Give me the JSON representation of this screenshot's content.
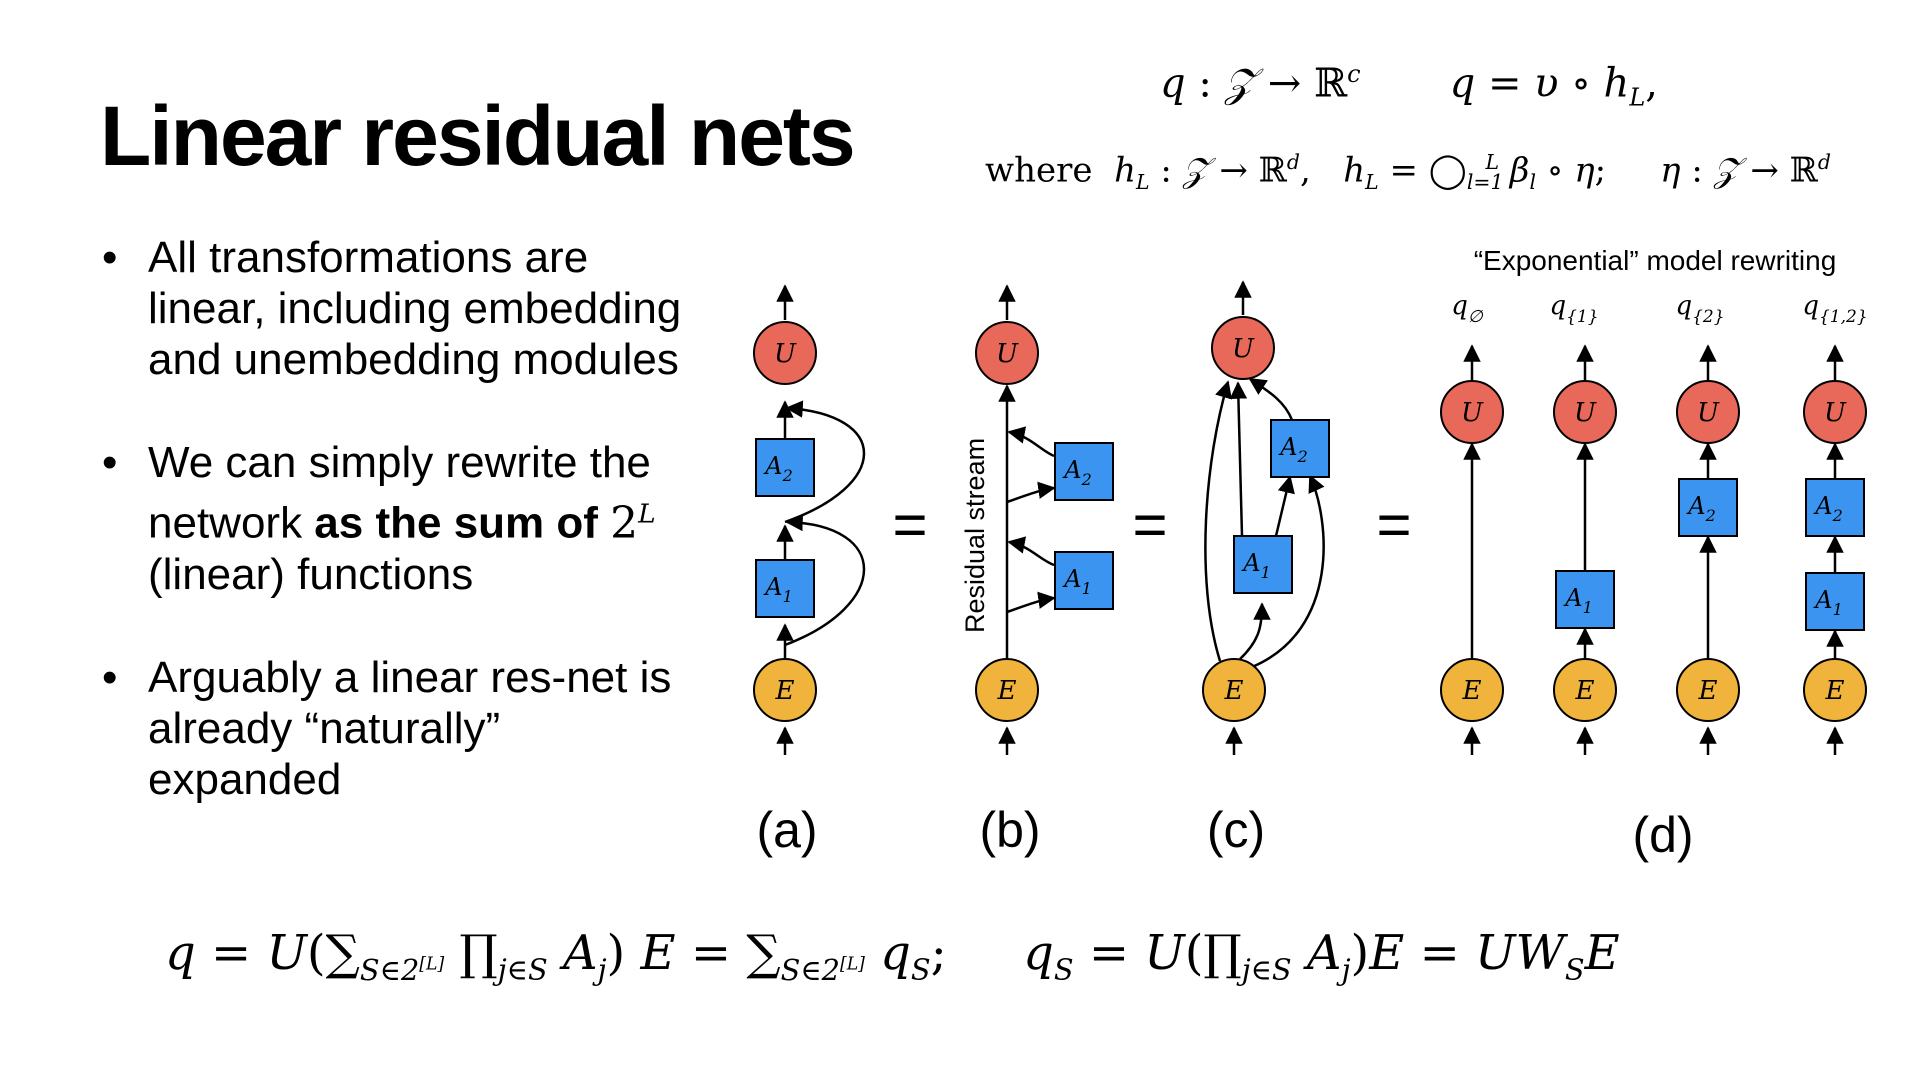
{
  "slide": {
    "title": "Linear residual nets",
    "formula_top_1": "q : 𝒵 → ℝ^c      q = υ ∘ h_L,",
    "formula_top_2_where": "where",
    "formula_top_2": "h_L : 𝒵 → ℝ^d,  h_L = ◯_{l=1}^{L} β_l ∘ η;   η : 𝒵 → ℝ^d",
    "bullets": [
      {
        "text": "All transformations are linear, including embedding and unembedding modules"
      },
      {
        "pre": "We can simply rewrite the network ",
        "bold": "as the sum of",
        "math": "2^L",
        "post": " (linear) functions"
      },
      {
        "text": "Arguably a linear res-net is already “naturally” expanded"
      }
    ],
    "formula_bottom": "q = U(∑_{S∈2^[L]} ∏_{j∈S} A_j) E = ∑_{S∈2^[L]} q_S;    q_S = U(∏_{j∈S} A_j)E = UW_S E"
  },
  "diagram": {
    "panels": [
      "(a)",
      "(b)",
      "(c)",
      "(d)"
    ],
    "equals": "=",
    "node_U": "U",
    "node_E": "E",
    "box_A1": "A",
    "box_A1_sub": "1",
    "box_A2": "A",
    "box_A2_sub": "2",
    "residual_stream": "Residual stream",
    "d_caption": "“Exponential” model rewriting",
    "q_labels": [
      {
        "base": "q",
        "sub": "∅"
      },
      {
        "base": "q",
        "sub": "{1}"
      },
      {
        "base": "q",
        "sub": "{2}"
      },
      {
        "base": "q",
        "sub": "{1,2}"
      }
    ]
  },
  "colors": {
    "unembed": "#e8685a",
    "embed": "#f0b43c",
    "block": "#3b94f0",
    "stroke": "#000000"
  }
}
